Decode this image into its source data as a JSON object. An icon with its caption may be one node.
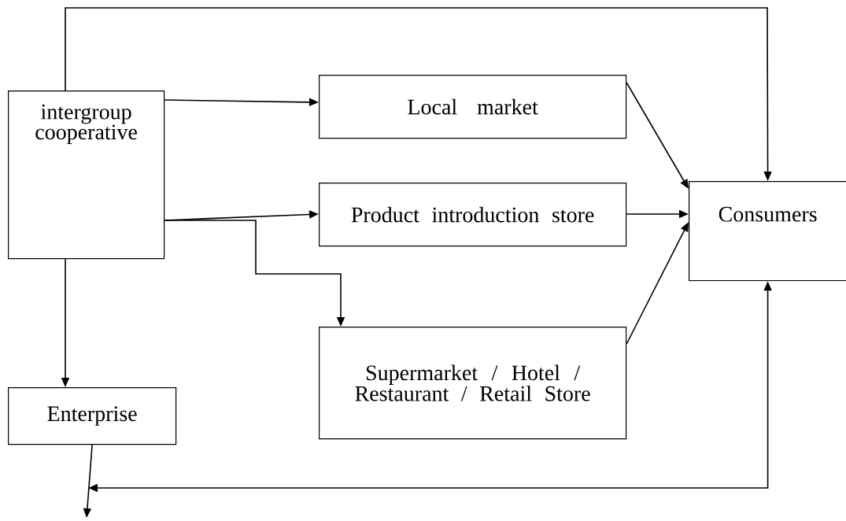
{
  "diagram": {
    "nodes": [
      {
        "text": [
          "intergroup cooperative"
        ]
      },
      {
        "text": [
          "Local market"
        ]
      },
      {
        "text": [
          "Product introduction store"
        ]
      },
      {
        "text": [
          "Consumers"
        ]
      },
      {
        "text": [
          "Supermarket / Hotel / Restaurant / Retail Store"
        ]
      },
      {
        "text": [
          "Enterprise"
        ]
      }
    ],
    "edges": [
      {
        "from": 0,
        "to": 3,
        "arrow": "to"
      },
      {
        "from": 0,
        "to": 1,
        "arrow": "to"
      },
      {
        "from": 0,
        "to": 2,
        "arrow": "to"
      },
      {
        "from": 0,
        "to": 4,
        "arrow": "to"
      },
      {
        "from": 0,
        "to": 5,
        "arrow": "to"
      },
      {
        "from": 1,
        "to": 3,
        "arrow": "to"
      },
      {
        "from": 2,
        "to": 3,
        "arrow": "to"
      },
      {
        "from": 4,
        "to": 3,
        "arrow": "to"
      },
      {
        "from": 5,
        "to": null,
        "arrow": "to"
      },
      {
        "from": null,
        "to": 3,
        "arrow": "both"
      }
    ]
  }
}
